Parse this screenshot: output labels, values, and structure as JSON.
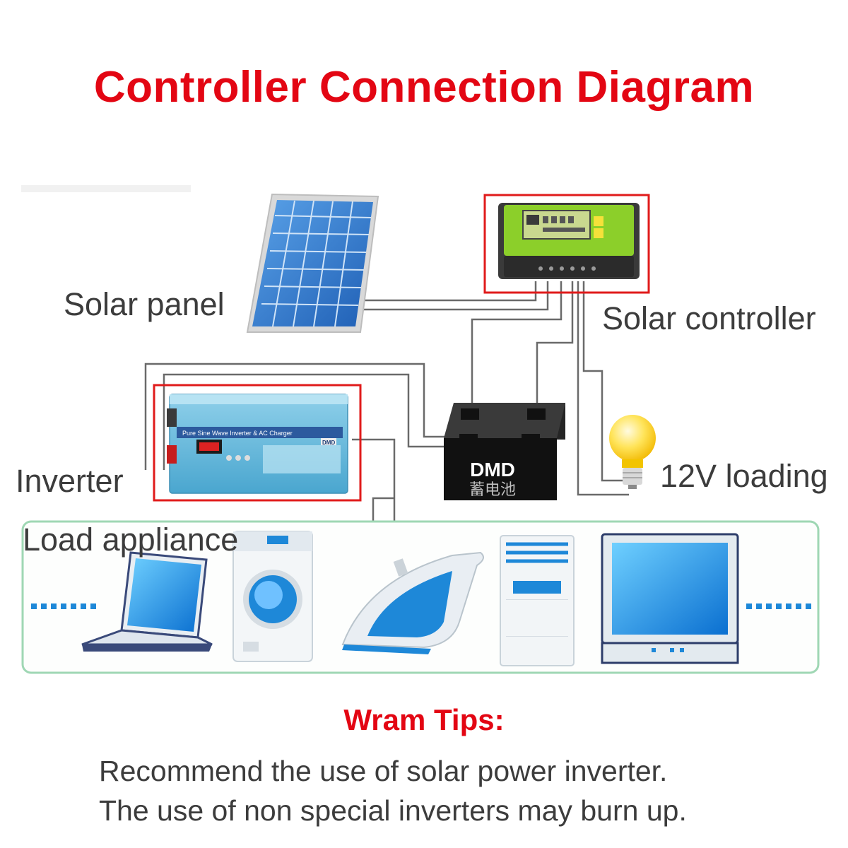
{
  "title": "Controller Connection Diagram",
  "labels": {
    "solar_panel": "Solar panel",
    "solar_controller": "Solar controller",
    "inverter": "Inverter",
    "loading": "12V loading",
    "load_appliance": "Load appliance"
  },
  "battery": {
    "brand": "DMD",
    "chinese": "蓄电池"
  },
  "inverter_device": {
    "panel_text": "Pure Sine Wave Inverter & AC Charger",
    "logo": "DMD"
  },
  "tips": {
    "heading": "Wram Tips:",
    "lines": [
      "Recommend the use of solar power inverter.",
      "The use of non special inverters may burn up."
    ]
  },
  "colors": {
    "title_red": "#e30613",
    "highlight_box": "#e01b1b",
    "controller_green": "#8ccf2a",
    "panel_blue": "#2a73c8",
    "appliance_blue": "#1e88d8",
    "appliance_frame": "#9fd7b4"
  },
  "appliances": [
    "laptop-icon",
    "washing-machine-icon",
    "iron-icon",
    "air-conditioner-icon",
    "tv-icon"
  ]
}
